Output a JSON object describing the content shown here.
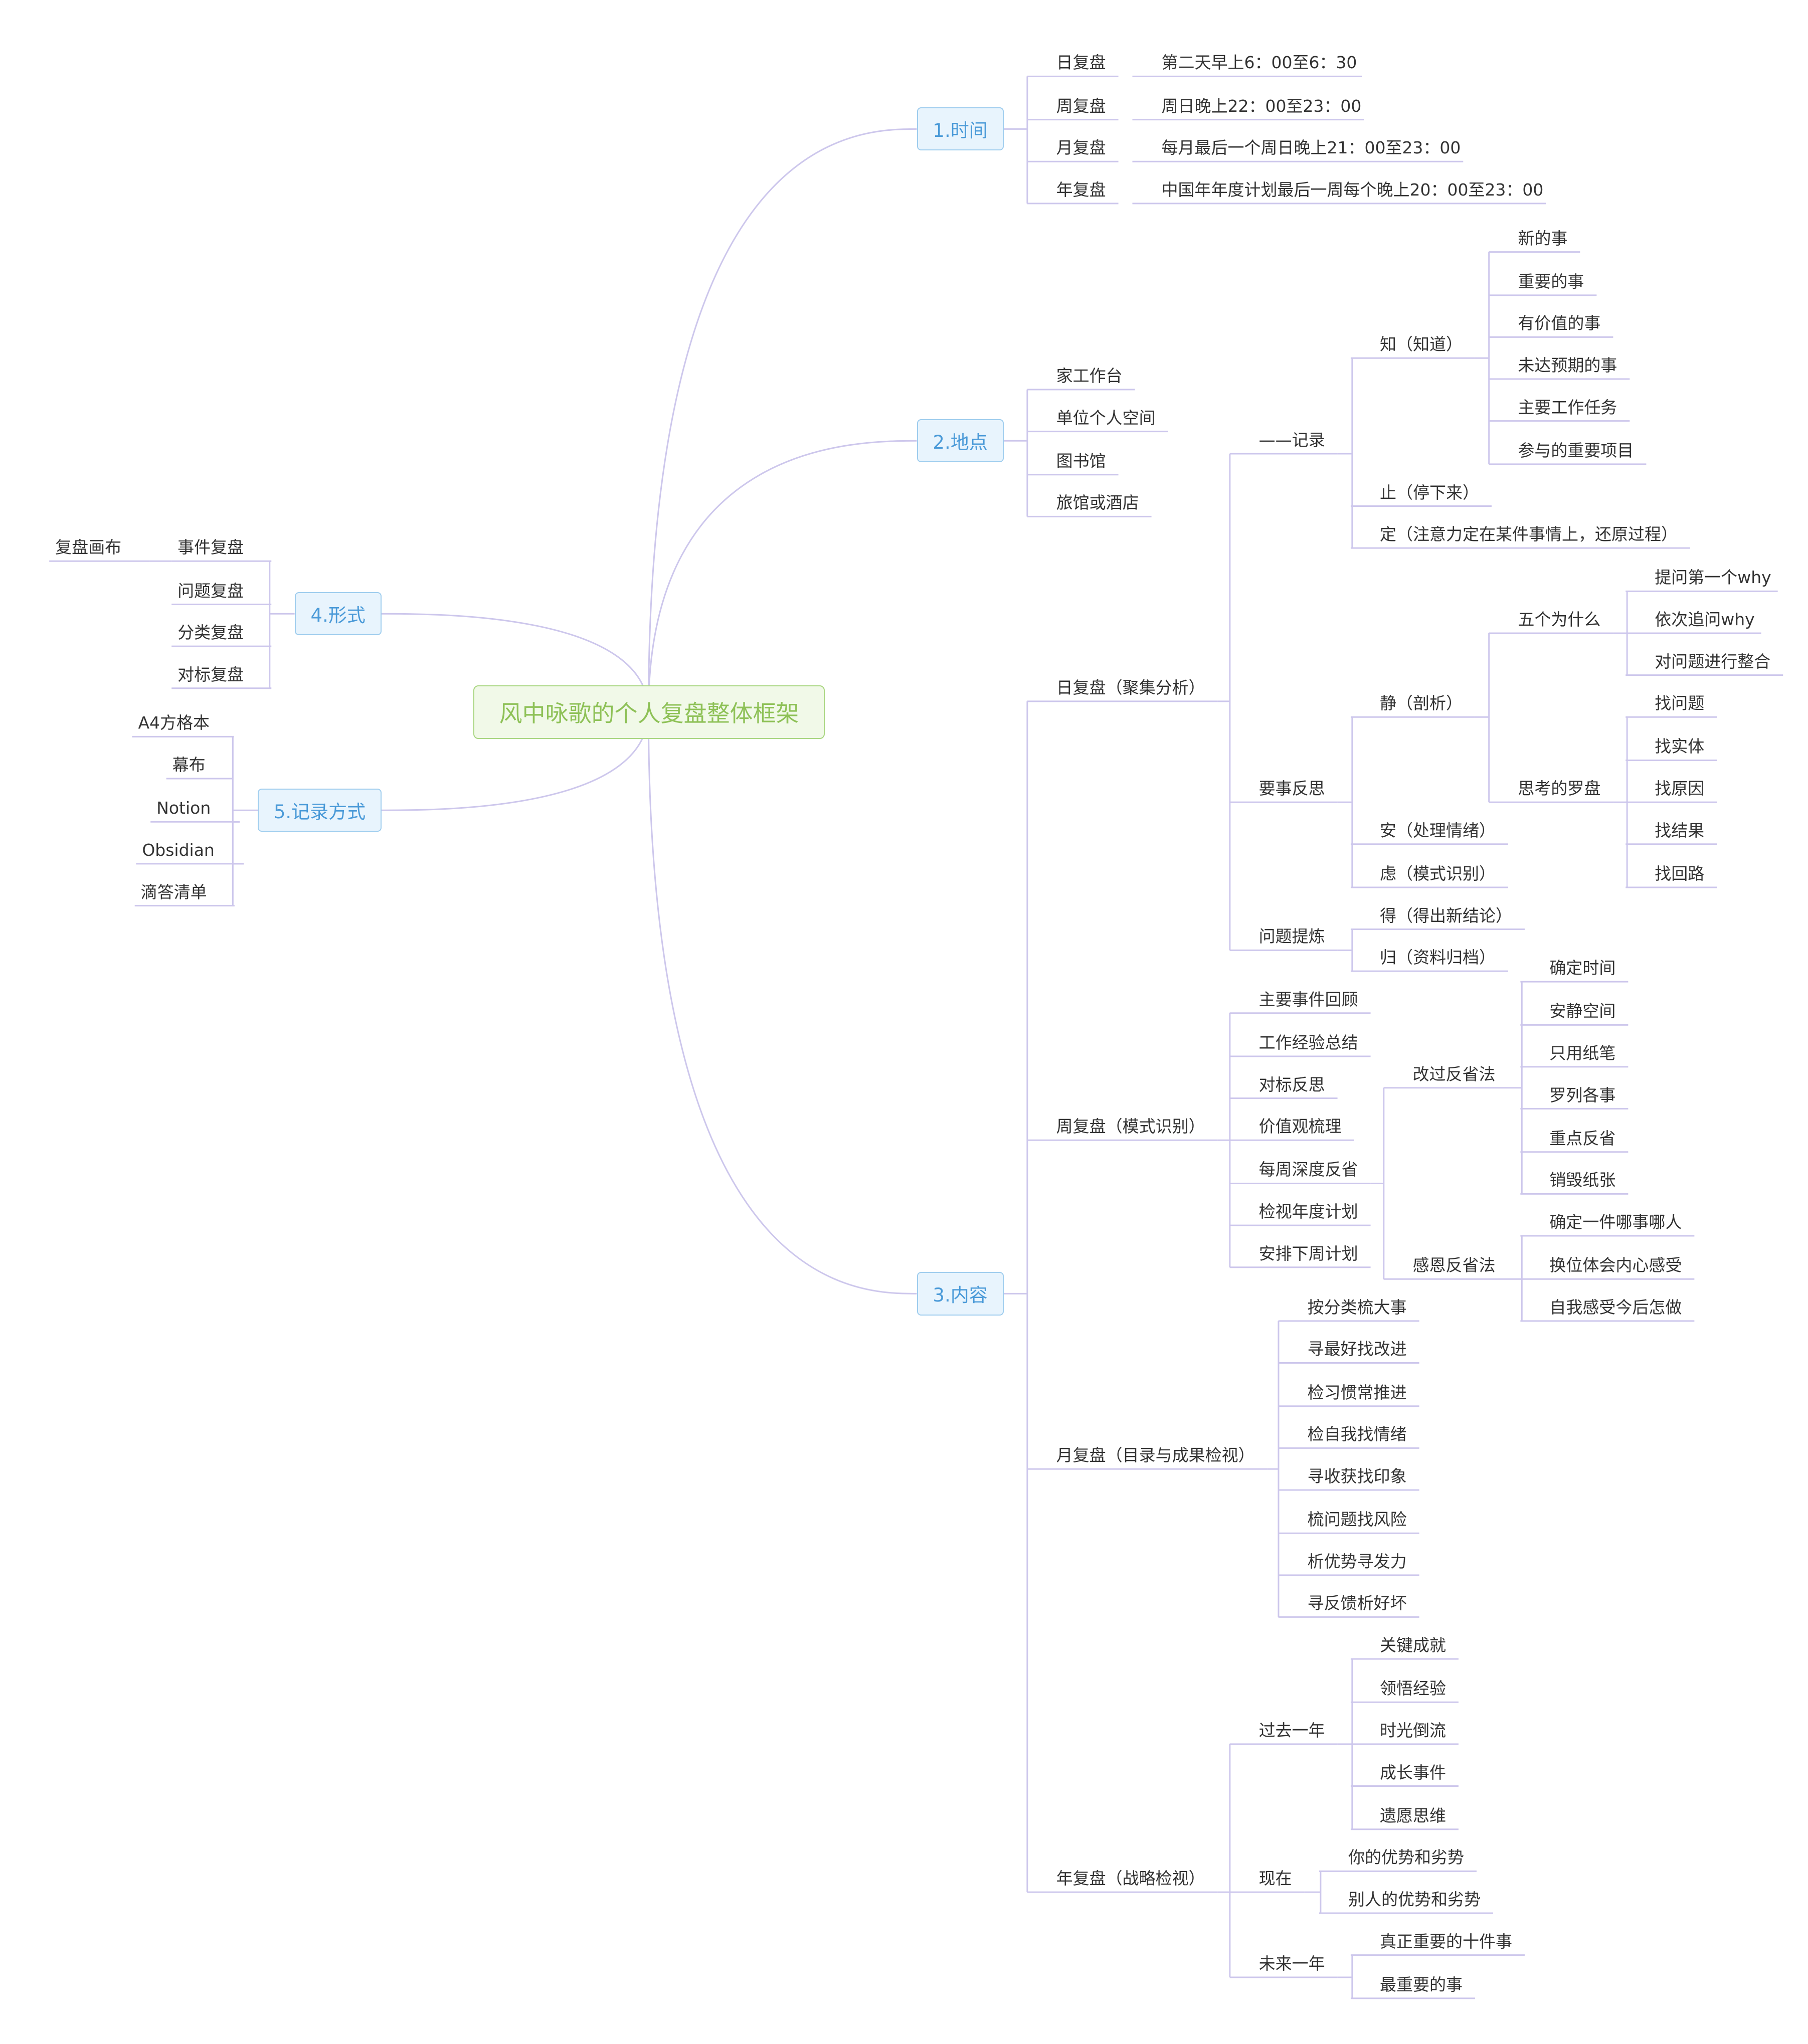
{
  "root": "风中咏歌的个人复盘整体框架",
  "colors": {
    "line": "#cdc7ec",
    "root_border": "#a9d681",
    "root_text": "#8ec157",
    "topic_border": "#9fcdee",
    "topic_bg": "#e8f4fd",
    "topic_text": "#4a9ad8",
    "text": "#333333"
  },
  "topics": {
    "time": {
      "label": "1.时间",
      "items": [
        {
          "name": "日复盘",
          "value": "第二天早上6：00至6：30"
        },
        {
          "name": "周复盘",
          "value": "周日晚上22：00至23：00"
        },
        {
          "name": "月复盘",
          "value": "每月最后一个周日晚上21：00至23：00"
        },
        {
          "name": "年复盘",
          "value": "中国年年度计划最后一周每个晚上20：00至23：00"
        }
      ]
    },
    "place": {
      "label": "2.地点",
      "items": [
        "家工作台",
        "单位个人空间",
        "图书馆",
        "旅馆或酒店"
      ]
    },
    "form": {
      "label": "4.形式",
      "items": [
        "事件复盘",
        "问题复盘",
        "分类复盘",
        "对标复盘"
      ],
      "event_child": "复盘画布"
    },
    "record": {
      "label": "5.记录方式",
      "items": [
        "A4方格本",
        "幕布",
        "Notion",
        "Obsidian",
        "滴答清单"
      ]
    },
    "content": {
      "label": "3.内容",
      "daily": {
        "label": "日复盘（聚集分析）",
        "record": {
          "label": "——记录",
          "know": {
            "label": "知（知道）",
            "items": [
              "新的事",
              "重要的事",
              "有价值的事",
              "未达预期的事",
              "主要工作任务",
              "参与的重要项目"
            ]
          },
          "stop": "止（停下来）",
          "focus": "定（注意力定在某件事情上，还原过程）"
        },
        "reflect": {
          "label": "要事反思",
          "calm": {
            "label": "静（剖析）",
            "why": {
              "label": "五个为什么",
              "items": [
                "提问第一个why",
                "依次追问why",
                "对问题进行整合"
              ]
            },
            "logic": {
              "label": "思考的罗盘",
              "items": [
                "找问题",
                "找实体",
                "找原因",
                "找结果",
                "找回路"
              ]
            }
          },
          "peace": "安（处理情绪）",
          "consider": "虑（模式识别）"
        },
        "refine": {
          "label": "问题提炼",
          "items": [
            "得（得出新结论）",
            "归（资料归档）"
          ]
        }
      },
      "weekly": {
        "label": "周复盘（模式识别）",
        "items": [
          "主要事件回顾",
          "工作经验总结",
          "对标反思",
          "价值观梳理",
          "每周深度反省",
          "检视年度计划",
          "安排下周计划"
        ],
        "correction": {
          "label": "改过反省法",
          "items": [
            "确定时间",
            "安静空间",
            "只用纸笔",
            "罗列各事",
            "重点反省",
            "销毁纸张"
          ]
        },
        "gratitude": {
          "label": "感恩反省法",
          "items": [
            "确定一件哪事哪人",
            "换位体会内心感受",
            "自我感受今后怎做"
          ]
        }
      },
      "monthly": {
        "label": "月复盘（目录与成果检视）",
        "items": [
          "按分类梳大事",
          "寻最好找改进",
          "检习惯常推进",
          "检自我找情绪",
          "寻收获找印象",
          "梳问题找风险",
          "析优势寻发力",
          "寻反馈析好坏"
        ]
      },
      "yearly": {
        "label": "年复盘（战略检视）",
        "past": {
          "label": "过去一年",
          "items": [
            "关键成就",
            "领悟经验",
            "时光倒流",
            "成长事件",
            "遗愿思维"
          ]
        },
        "now": {
          "label": "现在",
          "items": [
            "你的优势和劣势",
            "别人的优势和劣势"
          ]
        },
        "future": {
          "label": "未来一年",
          "items": [
            "真正重要的十件事",
            "最重要的事"
          ]
        }
      }
    }
  }
}
